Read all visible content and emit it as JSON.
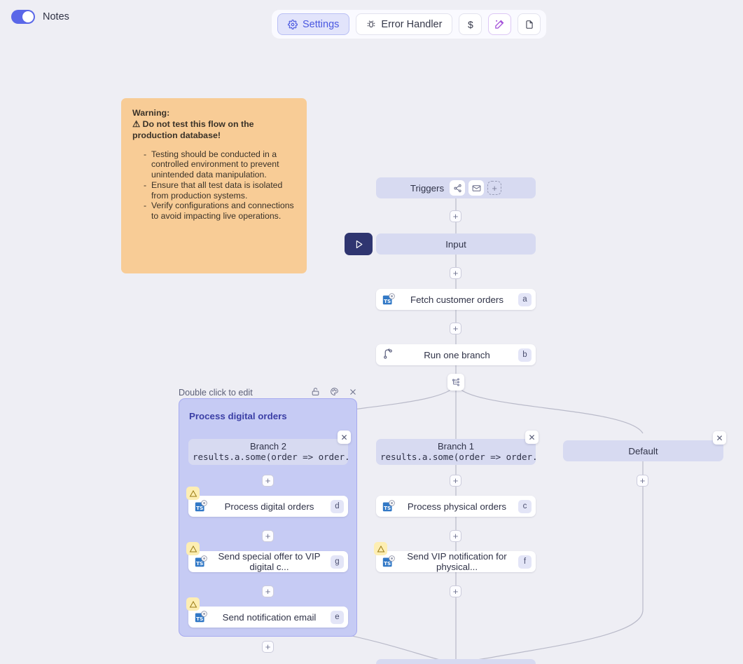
{
  "notes": {
    "label": "Notes",
    "enabled": true
  },
  "toolbar": {
    "settings_label": "Settings",
    "error_handler_label": "Error Handler",
    "cost_label": "$",
    "icons": {
      "settings": "gear-icon",
      "error": "bug-icon",
      "wand": "magic-wand-icon",
      "doc": "document-icon"
    }
  },
  "note": {
    "heading_1": "Warning:",
    "heading_2": "⚠ Do not test this flow on the production database!",
    "bullets": [
      "Testing should be conducted in a controlled environment to prevent unintended data manipulation.",
      "Ensure that all test data is isolated from production systems.",
      "Verify configurations and connections to avoid impacting live operations."
    ],
    "color": "#f8cc96"
  },
  "flow": {
    "triggers": {
      "label": "Triggers",
      "icons": [
        "webhook-icon",
        "email-icon",
        "add-trigger-icon"
      ]
    },
    "input": {
      "label": "Input"
    },
    "run_button": {
      "label": "run-flow"
    },
    "nodes": [
      {
        "label": "Fetch customer orders",
        "letter": "a",
        "icon": "typescript-icon",
        "warning": false
      },
      {
        "label": "Run one branch",
        "letter": "b",
        "icon": "branch-icon",
        "warning": false
      },
      {
        "label": "Process physical orders",
        "letter": "c",
        "icon": "typescript-icon",
        "warning": false
      },
      {
        "label": "Send VIP notification for physical...",
        "letter": "f",
        "icon": "typescript-icon",
        "warning": true
      },
      {
        "label": "Process digital orders",
        "letter": "d",
        "icon": "typescript-icon",
        "warning": true
      },
      {
        "label": "Send special offer to VIP digital c...",
        "letter": "g",
        "icon": "typescript-icon",
        "warning": true
      },
      {
        "label": "Send notification email",
        "letter": "e",
        "icon": "typescript-icon",
        "warning": true
      }
    ],
    "branches": [
      {
        "name": "Branch 2",
        "expression": "results.a.some(order => order.type"
      },
      {
        "name": "Branch 1",
        "expression": "results.a.some(order => order.type"
      },
      {
        "name": "Default",
        "expression": ""
      }
    ],
    "group": {
      "hint": "Double click to edit",
      "title": "Process digital orders",
      "head_icons": [
        "lock-icon",
        "palette-icon",
        "close-icon"
      ],
      "color": "#c6cbf4"
    }
  },
  "colors": {
    "accent": "#5a67e8",
    "background": "#eeeef4",
    "node_sys": "#d7daf1",
    "warning": "#fdeeb3"
  }
}
